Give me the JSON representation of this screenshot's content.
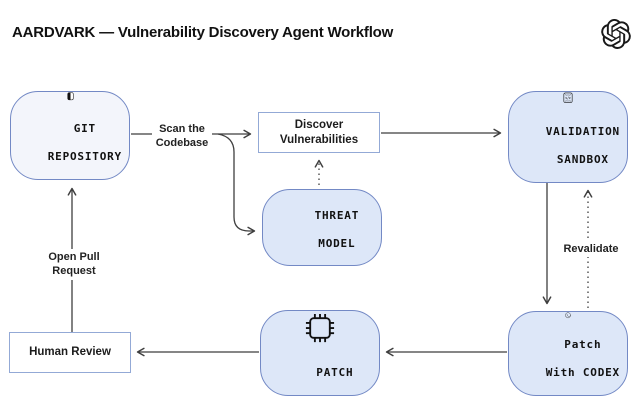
{
  "header": {
    "title": "AARDVARK — Vulnerability Discovery Agent Workflow"
  },
  "colors": {
    "node_fill": "#dde7f8",
    "git_node_fill": "#f3f5fb",
    "node_border": "#7389c5",
    "box_border": "#93a9d6",
    "connector_line": "#3f3f3f",
    "text": "#111111"
  },
  "nodes": {
    "git_repository": {
      "line1": "GIT",
      "line2": "REPOSITORY",
      "icon": "split-repository-icon"
    },
    "discover_vulnerabilities": {
      "line1": "Discover",
      "line2": "Vulnerabilities"
    },
    "validation_sandbox": {
      "line1": "VALIDATION",
      "line2": "SANDBOX",
      "icon": "dotted-code-sandbox-icon"
    },
    "threat_model": {
      "line1": "THREAT",
      "line2": "MODEL",
      "icon": "flowchart-shapes-icon"
    },
    "patch": {
      "line1": "PATCH",
      "icon": "chip-icon"
    },
    "patch_with_codex": {
      "line1": "Patch",
      "line2": "With CODEX",
      "icon": "terminal-circle-icon"
    },
    "human_review": {
      "line1": "Human Review"
    }
  },
  "edge_labels": {
    "scan_the_codebase": {
      "line1": "Scan the",
      "line2": "Codebase"
    },
    "open_pull_request": {
      "line1": "Open Pull",
      "line2": "Request"
    },
    "revalidate": {
      "label": "Revalidate"
    }
  }
}
